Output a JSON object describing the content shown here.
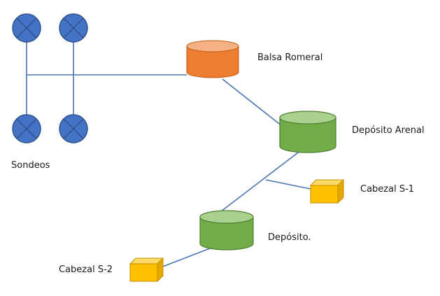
{
  "labels": {
    "sondeos": "Sondeos",
    "balsa_romeral": "Balsa Romeral",
    "deposito_arenal": "Depósito Arenal",
    "cabezal_s1": "Cabezal S-1",
    "deposito": "Depósito.",
    "cabezal_s2": "Cabezal S-2"
  },
  "colors": {
    "pipe": "#4a75b5",
    "well_fill": "#4472c4",
    "well_stroke": "#2f528f",
    "balsa_fill": "#ed7d31",
    "balsa_top": "#f4b183",
    "tank_fill": "#70ad47",
    "tank_top": "#a9d18e",
    "tank_stroke": "#507e32",
    "head_fill": "#ffc000",
    "head_stroke": "#bf9000"
  }
}
